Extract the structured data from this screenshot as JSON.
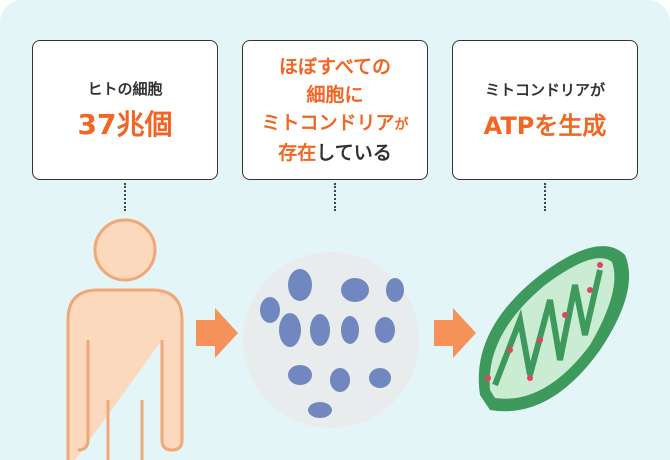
{
  "boxes": [
    {
      "line1": "ヒトの細胞",
      "line2": "37兆個"
    },
    {
      "line1": "ほぼすべての",
      "line2": "細胞に",
      "line3a": "ミトコンドリア",
      "line3b": "が",
      "line4a": "存在",
      "line4b": "している"
    },
    {
      "line1": "ミトコンドリアが",
      "line2": "ATPを生成"
    }
  ],
  "colors": {
    "accent": "#f26522",
    "background": "#e3f5f7",
    "skin": "#fcd9bd",
    "mito": "#4caf6e"
  }
}
